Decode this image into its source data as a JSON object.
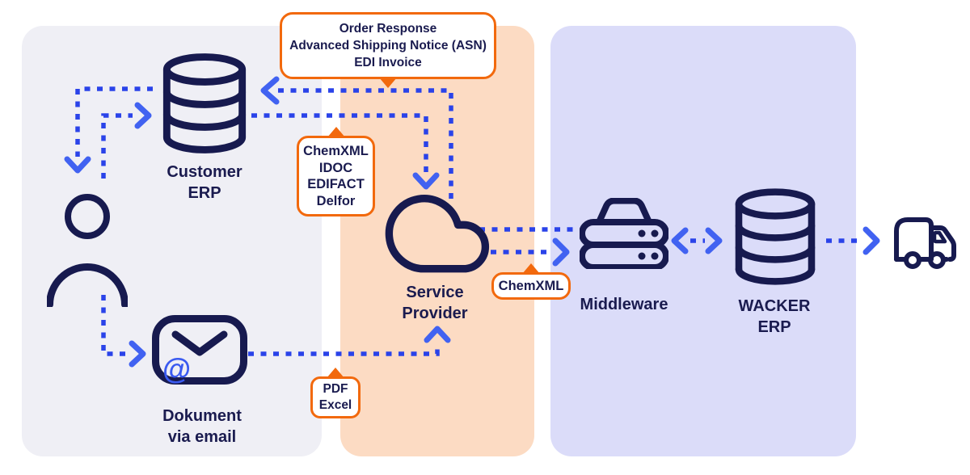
{
  "nodes": {
    "customer_erp": {
      "label": [
        "Customer",
        "ERP"
      ]
    },
    "email": {
      "label": [
        "Dokument",
        "via email"
      ],
      "at_symbol": "@"
    },
    "service_provider": {
      "label": [
        "Service",
        "Provider"
      ]
    },
    "middleware": {
      "label": "Middleware"
    },
    "wacker_erp": {
      "label": [
        "WACKER",
        "ERP"
      ]
    }
  },
  "callouts": {
    "order_response": {
      "lines": [
        "Order Response",
        "Advanced Shipping Notice (ASN)",
        "EDI Invoice"
      ]
    },
    "erp_formats": {
      "lines": [
        "ChemXML",
        "IDOC",
        "EDIFACT",
        "Delfor"
      ]
    },
    "chemxml": {
      "label": "ChemXML"
    },
    "email_formats": {
      "lines": [
        "PDF",
        "Excel"
      ]
    }
  },
  "colors": {
    "panel_customer_bg": "#efeff5",
    "panel_provider_bg": "#fcdbc3",
    "panel_wacker_bg": "#dbdcf9",
    "accent_orange": "#f2690d",
    "dash_line_blue": "#2a43e9",
    "arrowhead_blue": "#4162f1",
    "icon_navy": "#171a4f",
    "text_navy": "#1a1b4f",
    "at_symbol_blue": "#3a5af0"
  }
}
